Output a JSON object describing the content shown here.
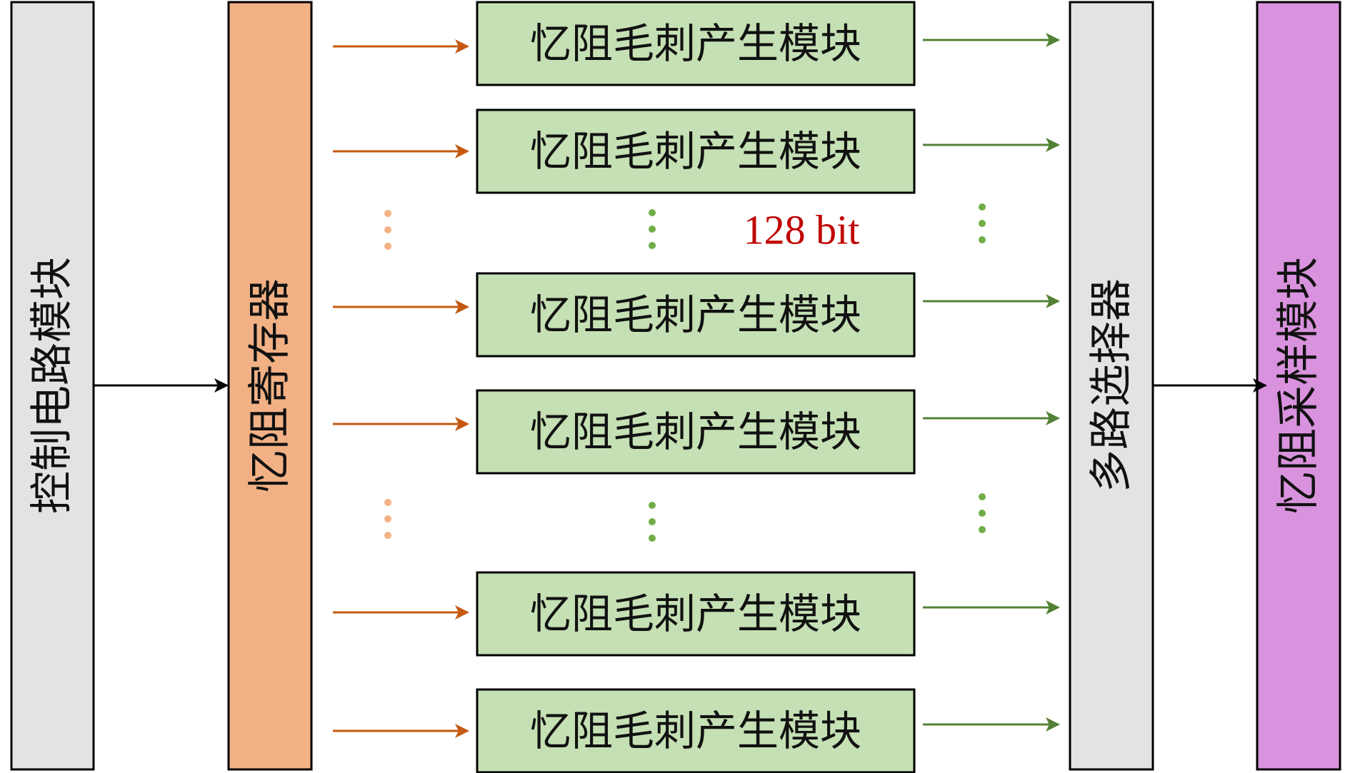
{
  "colors": {
    "control": "#e3e3e3",
    "register": "#f2b185",
    "glitch": "#c5e0b4",
    "mux": "#e3e3e3",
    "sampling": "#d993de",
    "orange_arrow": "#c65911",
    "green_arrow": "#538135",
    "black_arrow": "#000000",
    "orange_dots": "#f4b183",
    "green_dots": "#70ad47",
    "bit_label": "#c00000"
  },
  "blocks": {
    "control_circuit": "控制电路模块",
    "memristor_register": "忆阻寄存器",
    "multiplexer": "多路选择器",
    "memristor_sampling": "忆阻采样模块"
  },
  "glitch_modules": [
    {
      "label": "忆阻毛刺产生模块"
    },
    {
      "label": "忆阻毛刺产生模块"
    },
    {
      "label": "忆阻毛刺产生模块"
    },
    {
      "label": "忆阻毛刺产生模块"
    },
    {
      "label": "忆阻毛刺产生模块"
    },
    {
      "label": "忆阻毛刺产生模块"
    }
  ],
  "bit_label": "128 bit"
}
